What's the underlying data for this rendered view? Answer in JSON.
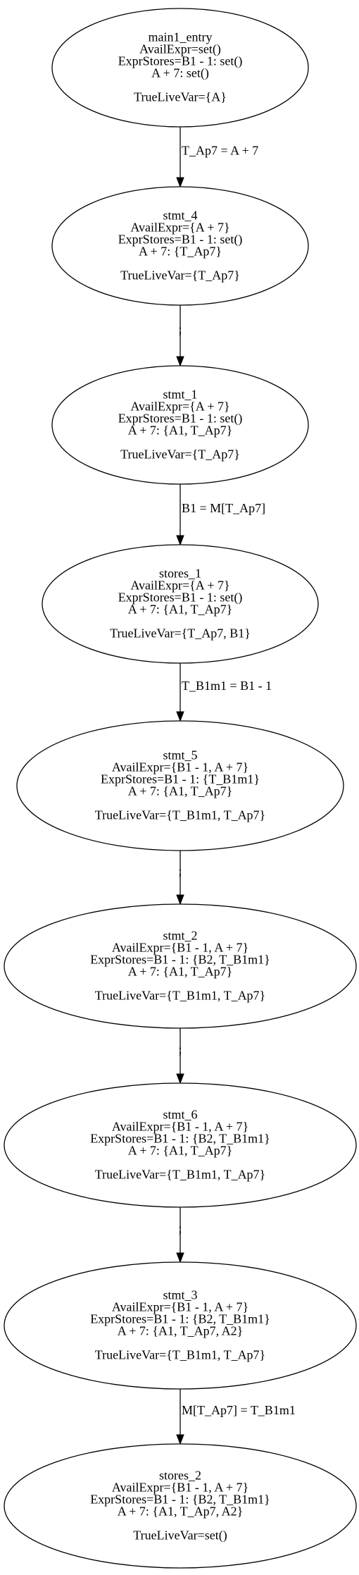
{
  "nodes": [
    {
      "id": "main1_entry",
      "lines": [
        "main1_entry",
        "AvailExpr=set()",
        "ExprStores=B1 - 1: set()",
        "A + 7: set()",
        "",
        "TrueLiveVar={A}"
      ]
    },
    {
      "id": "stmt_4",
      "lines": [
        "stmt_4",
        "AvailExpr={A + 7}",
        "ExprStores=B1 - 1: set()",
        "A + 7: {T_Ap7}",
        "",
        "TrueLiveVar={T_Ap7}"
      ]
    },
    {
      "id": "stmt_1",
      "lines": [
        "stmt_1",
        "AvailExpr={A + 7}",
        "ExprStores=B1 - 1: set()",
        "A + 7: {A1, T_Ap7}",
        "",
        "TrueLiveVar={T_Ap7}"
      ]
    },
    {
      "id": "stores_1",
      "lines": [
        "stores_1",
        "AvailExpr={A + 7}",
        "ExprStores=B1 - 1: set()",
        "A + 7: {A1, T_Ap7}",
        "",
        "TrueLiveVar={T_Ap7, B1}"
      ]
    },
    {
      "id": "stmt_5",
      "lines": [
        "stmt_5",
        "AvailExpr={B1 - 1, A + 7}",
        "ExprStores=B1 - 1: {T_B1m1}",
        "A + 7: {A1, T_Ap7}",
        "",
        "TrueLiveVar={T_B1m1, T_Ap7}"
      ]
    },
    {
      "id": "stmt_2",
      "lines": [
        "stmt_2",
        "AvailExpr={B1 - 1, A + 7}",
        "ExprStores=B1 - 1: {B2, T_B1m1}",
        "A + 7: {A1, T_Ap7}",
        "",
        "TrueLiveVar={T_B1m1, T_Ap7}"
      ]
    },
    {
      "id": "stmt_6",
      "lines": [
        "stmt_6",
        "AvailExpr={B1 - 1, A + 7}",
        "ExprStores=B1 - 1: {B2, T_B1m1}",
        "A + 7: {A1, T_Ap7}",
        "",
        "TrueLiveVar={T_B1m1, T_Ap7}"
      ]
    },
    {
      "id": "stmt_3",
      "lines": [
        "stmt_3",
        "AvailExpr={B1 - 1, A + 7}",
        "ExprStores=B1 - 1: {B2, T_B1m1}",
        "A + 7: {A1, T_Ap7, A2}",
        "",
        "TrueLiveVar={T_B1m1, T_Ap7}"
      ]
    },
    {
      "id": "stores_2",
      "lines": [
        "stores_2",
        "AvailExpr={B1 - 1, A + 7}",
        "ExprStores=B1 - 1: {B2, T_B1m1}",
        "A + 7: {A1, T_Ap7, A2}",
        "",
        "TrueLiveVar=set()"
      ]
    }
  ],
  "edges": [
    {
      "from": "main1_entry",
      "to": "stmt_4",
      "label": "T_Ap7 = A + 7"
    },
    {
      "from": "stmt_4",
      "to": "stmt_1",
      "label": ";"
    },
    {
      "from": "stmt_1",
      "to": "stores_1",
      "label": "B1 = M[T_Ap7]"
    },
    {
      "from": "stores_1",
      "to": "stmt_5",
      "label": "T_B1m1 = B1 - 1"
    },
    {
      "from": "stmt_5",
      "to": "stmt_2",
      "label": ";"
    },
    {
      "from": "stmt_2",
      "to": "stmt_6",
      "label": ";"
    },
    {
      "from": "stmt_6",
      "to": "stmt_3",
      "label": ";"
    },
    {
      "from": "stmt_3",
      "to": "stores_2",
      "label": "M[T_Ap7] = T_B1m1"
    }
  ]
}
